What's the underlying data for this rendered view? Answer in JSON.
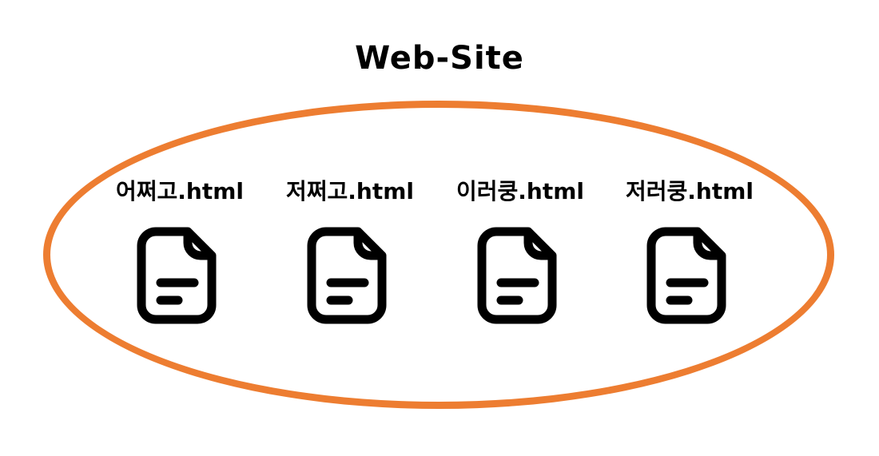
{
  "title": "Web-Site",
  "colors": {
    "ellipse": "#ED7D31",
    "icon": "#000000"
  },
  "files": [
    {
      "name": "어쩌고.html",
      "icon": "file-text-icon"
    },
    {
      "name": "저쩌고.html",
      "icon": "file-text-icon"
    },
    {
      "name": "이러쿵.html",
      "icon": "file-text-icon"
    },
    {
      "name": "저러쿵.html",
      "icon": "file-text-icon"
    }
  ]
}
